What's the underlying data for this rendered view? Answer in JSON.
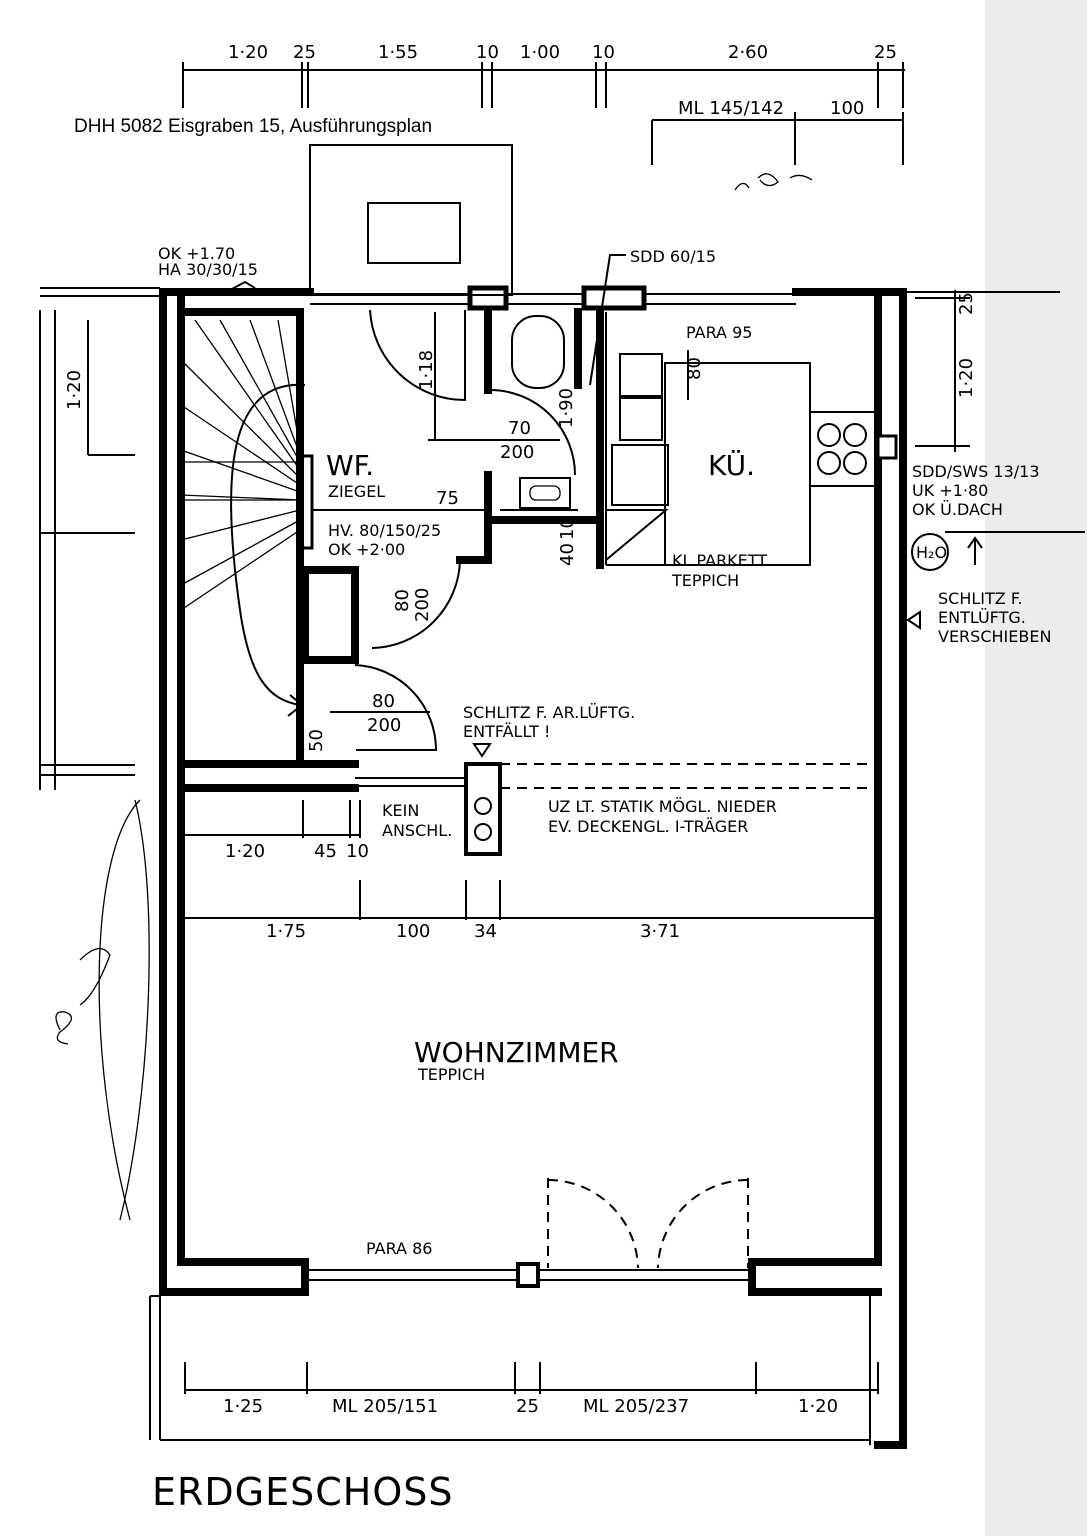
{
  "header": "DHH 5082 Eisgraben 15, Ausführungsplan",
  "title": "ERDGESCHOSS",
  "top_dimensions": [
    "1·20",
    "25",
    "1·55",
    "10",
    "1·00",
    "10",
    "2·60",
    "25"
  ],
  "top_sub": {
    "ml": "ML 145/142",
    "w": "100"
  },
  "left_notes": {
    "ok": "OK +1.70",
    "ha": "HA 30/30/15"
  },
  "left_dim": "1·20",
  "sdd": "SDD 60/15",
  "para_top": "PARA 95",
  "right_dims": {
    "d25": "25",
    "d120": "1·20"
  },
  "wc": {
    "h": "1·18",
    "w1": "70",
    "w2": "200",
    "v": "1·90",
    "d75": "75",
    "d40": "40",
    "d10": "10"
  },
  "wf": {
    "label": "WF.",
    "sub": "ZIEGEL",
    "hv": "HV. 80/150/25",
    "ok": "OK +2·00"
  },
  "door1": {
    "a": "80",
    "b": "200"
  },
  "door2": {
    "a": "80",
    "b": "200",
    "c": "50"
  },
  "kitchen": {
    "label": "KÜ.",
    "d80": "80",
    "floor1": "KL.PARKETT",
    "floor2": "TEPPICH"
  },
  "sws": {
    "l1": "SDD/SWS 13/13",
    "l2": "UK +1·80",
    "l3": "OK Ü.DACH",
    "h2o": "H₂O"
  },
  "schlitz_right": {
    "l1": "SCHLITZ F.",
    "l2": "ENTLÜFTG.",
    "l3": "VERSCHIEBEN"
  },
  "schlitz_mid": {
    "l1": "SCHLITZ F. AR.LÜFTG.",
    "l2": "ENTFÄLLT !"
  },
  "kein": {
    "l1": "KEIN",
    "l2": "ANSCHL."
  },
  "uz": {
    "l1": "UZ  LT. STATIK MÖGL. NIEDER",
    "l2": "EV. DECKENGL. I-TRÄGER"
  },
  "mid_dims_a": [
    "1·20",
    "45",
    "10"
  ],
  "mid_dims_b": [
    "1·75",
    "100",
    "34",
    "3·71"
  ],
  "living": {
    "label": "WOHNZIMMER",
    "floor": "TEPPICH",
    "para": "PARA  86"
  },
  "bottom_dims": [
    "1·25",
    "ML  205/151",
    "25",
    "ML  205/237",
    "1·20"
  ],
  "handwriting": [
    "1,20",
    "8,4"
  ]
}
